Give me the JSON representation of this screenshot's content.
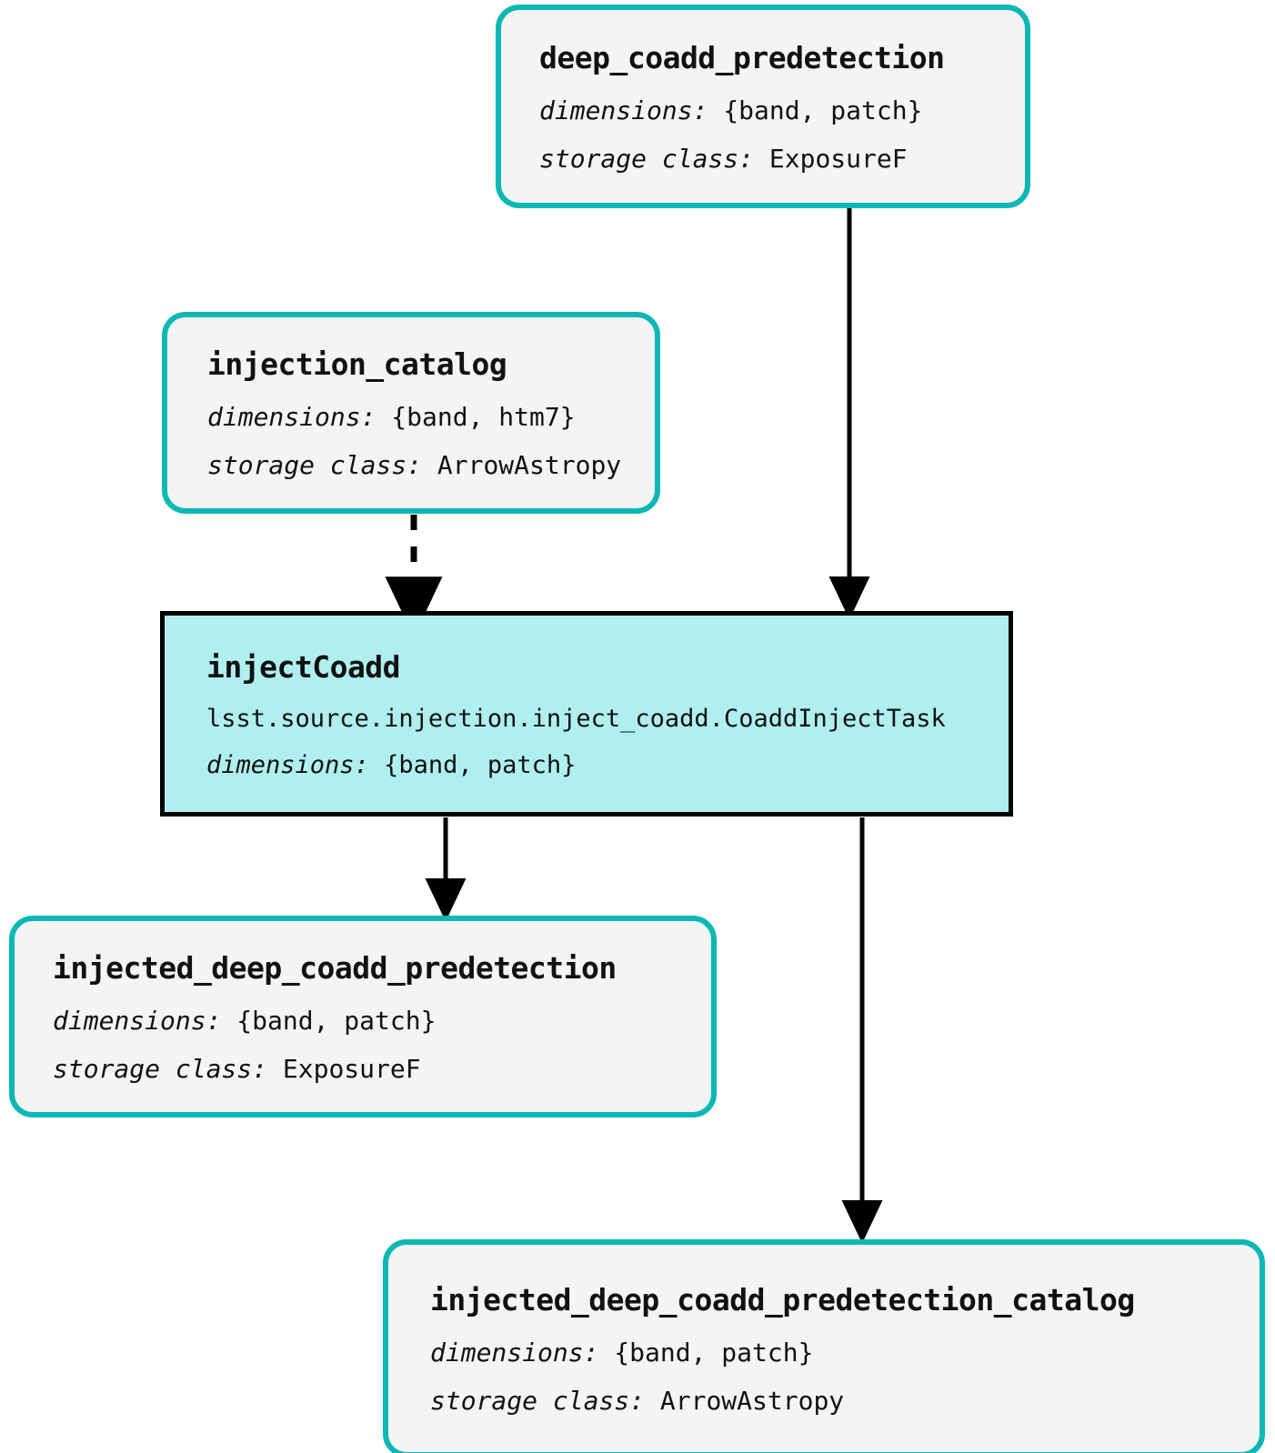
{
  "diagram": {
    "type": "pipeline-dag",
    "colors": {
      "dataset_border": "#0bb8b6",
      "dataset_fill": "#f4f4f4",
      "task_fill": "#aff0ef",
      "task_border": "#000000",
      "edge": "#000000"
    },
    "labels": {
      "dimensions_key": "dimensions:",
      "storage_class_key": "storage class:"
    },
    "nodes": [
      {
        "id": "deep_coadd_predetection",
        "kind": "dataset",
        "title": "deep_coadd_predetection",
        "dimensions": "{band, patch}",
        "storage_class": "ExposureF"
      },
      {
        "id": "injection_catalog",
        "kind": "dataset",
        "title": "injection_catalog",
        "dimensions": "{band, htm7}",
        "storage_class": "ArrowAstropy"
      },
      {
        "id": "injectCoadd",
        "kind": "task",
        "title": "injectCoadd",
        "task_class": "lsst.source.injection.inject_coadd.CoaddInjectTask",
        "dimensions": "{band, patch}"
      },
      {
        "id": "injected_deep_coadd_predetection",
        "kind": "dataset",
        "title": "injected_deep_coadd_predetection",
        "dimensions": "{band, patch}",
        "storage_class": "ExposureF"
      },
      {
        "id": "injected_deep_coadd_predetection_catalog",
        "kind": "dataset",
        "title": "injected_deep_coadd_predetection_catalog",
        "dimensions": "{band, patch}",
        "storage_class": "ArrowAstropy"
      }
    ],
    "edges": [
      {
        "from": "deep_coadd_predetection",
        "to": "injectCoadd",
        "style": "solid"
      },
      {
        "from": "injection_catalog",
        "to": "injectCoadd",
        "style": "dashed"
      },
      {
        "from": "injectCoadd",
        "to": "injected_deep_coadd_predetection",
        "style": "solid"
      },
      {
        "from": "injectCoadd",
        "to": "injected_deep_coadd_predetection_catalog",
        "style": "solid"
      }
    ]
  }
}
